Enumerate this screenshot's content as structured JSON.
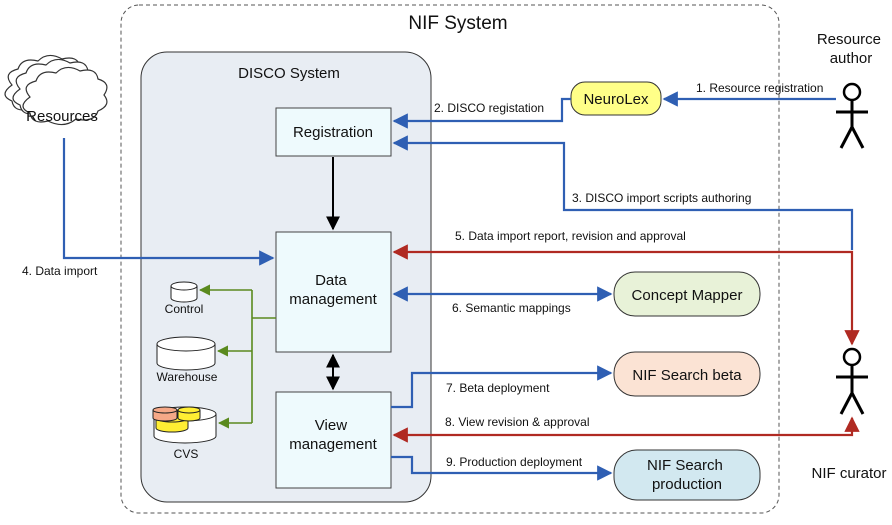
{
  "title": "NIF System",
  "disco": {
    "title": "DISCO System",
    "registration": "Registration",
    "data_management": [
      "Data",
      "management"
    ],
    "view_management": [
      "View",
      "management"
    ]
  },
  "storage": {
    "control": "Control",
    "warehouse": "Warehouse",
    "cvs": "CVS"
  },
  "nodes": {
    "resources": "Resources",
    "neurolex": "NeuroLex",
    "concept_mapper": "Concept Mapper",
    "nif_search_beta": "NIF Search beta",
    "nif_search_production": [
      "NIF Search",
      "production"
    ]
  },
  "actors": {
    "resource_author": [
      "Resource",
      "author"
    ],
    "nif_curator": "NIF curator"
  },
  "edges": {
    "e1": "1. Resource registration",
    "e2": "2. DISCO registation",
    "e3": "3. DISCO import scripts authoring",
    "e4": "4. Data import",
    "e5": "5. Data import report, revision and approval",
    "e6": "6. Semantic mappings",
    "e7": "7. Beta deployment",
    "e8": "8. View revision & approval",
    "e9": "9. Production deployment"
  },
  "colors": {
    "blue": "#2f5fb3",
    "red": "#b02a22",
    "green": "#5a8a1e",
    "neurolex_fill": "#ffff88",
    "concept_fill": "#e8f2d8",
    "beta_fill": "#fbe3d4",
    "production_fill": "#d2e8f0",
    "disco_fill": "#e8edf3",
    "inner_box_fill": "#eefafd"
  }
}
